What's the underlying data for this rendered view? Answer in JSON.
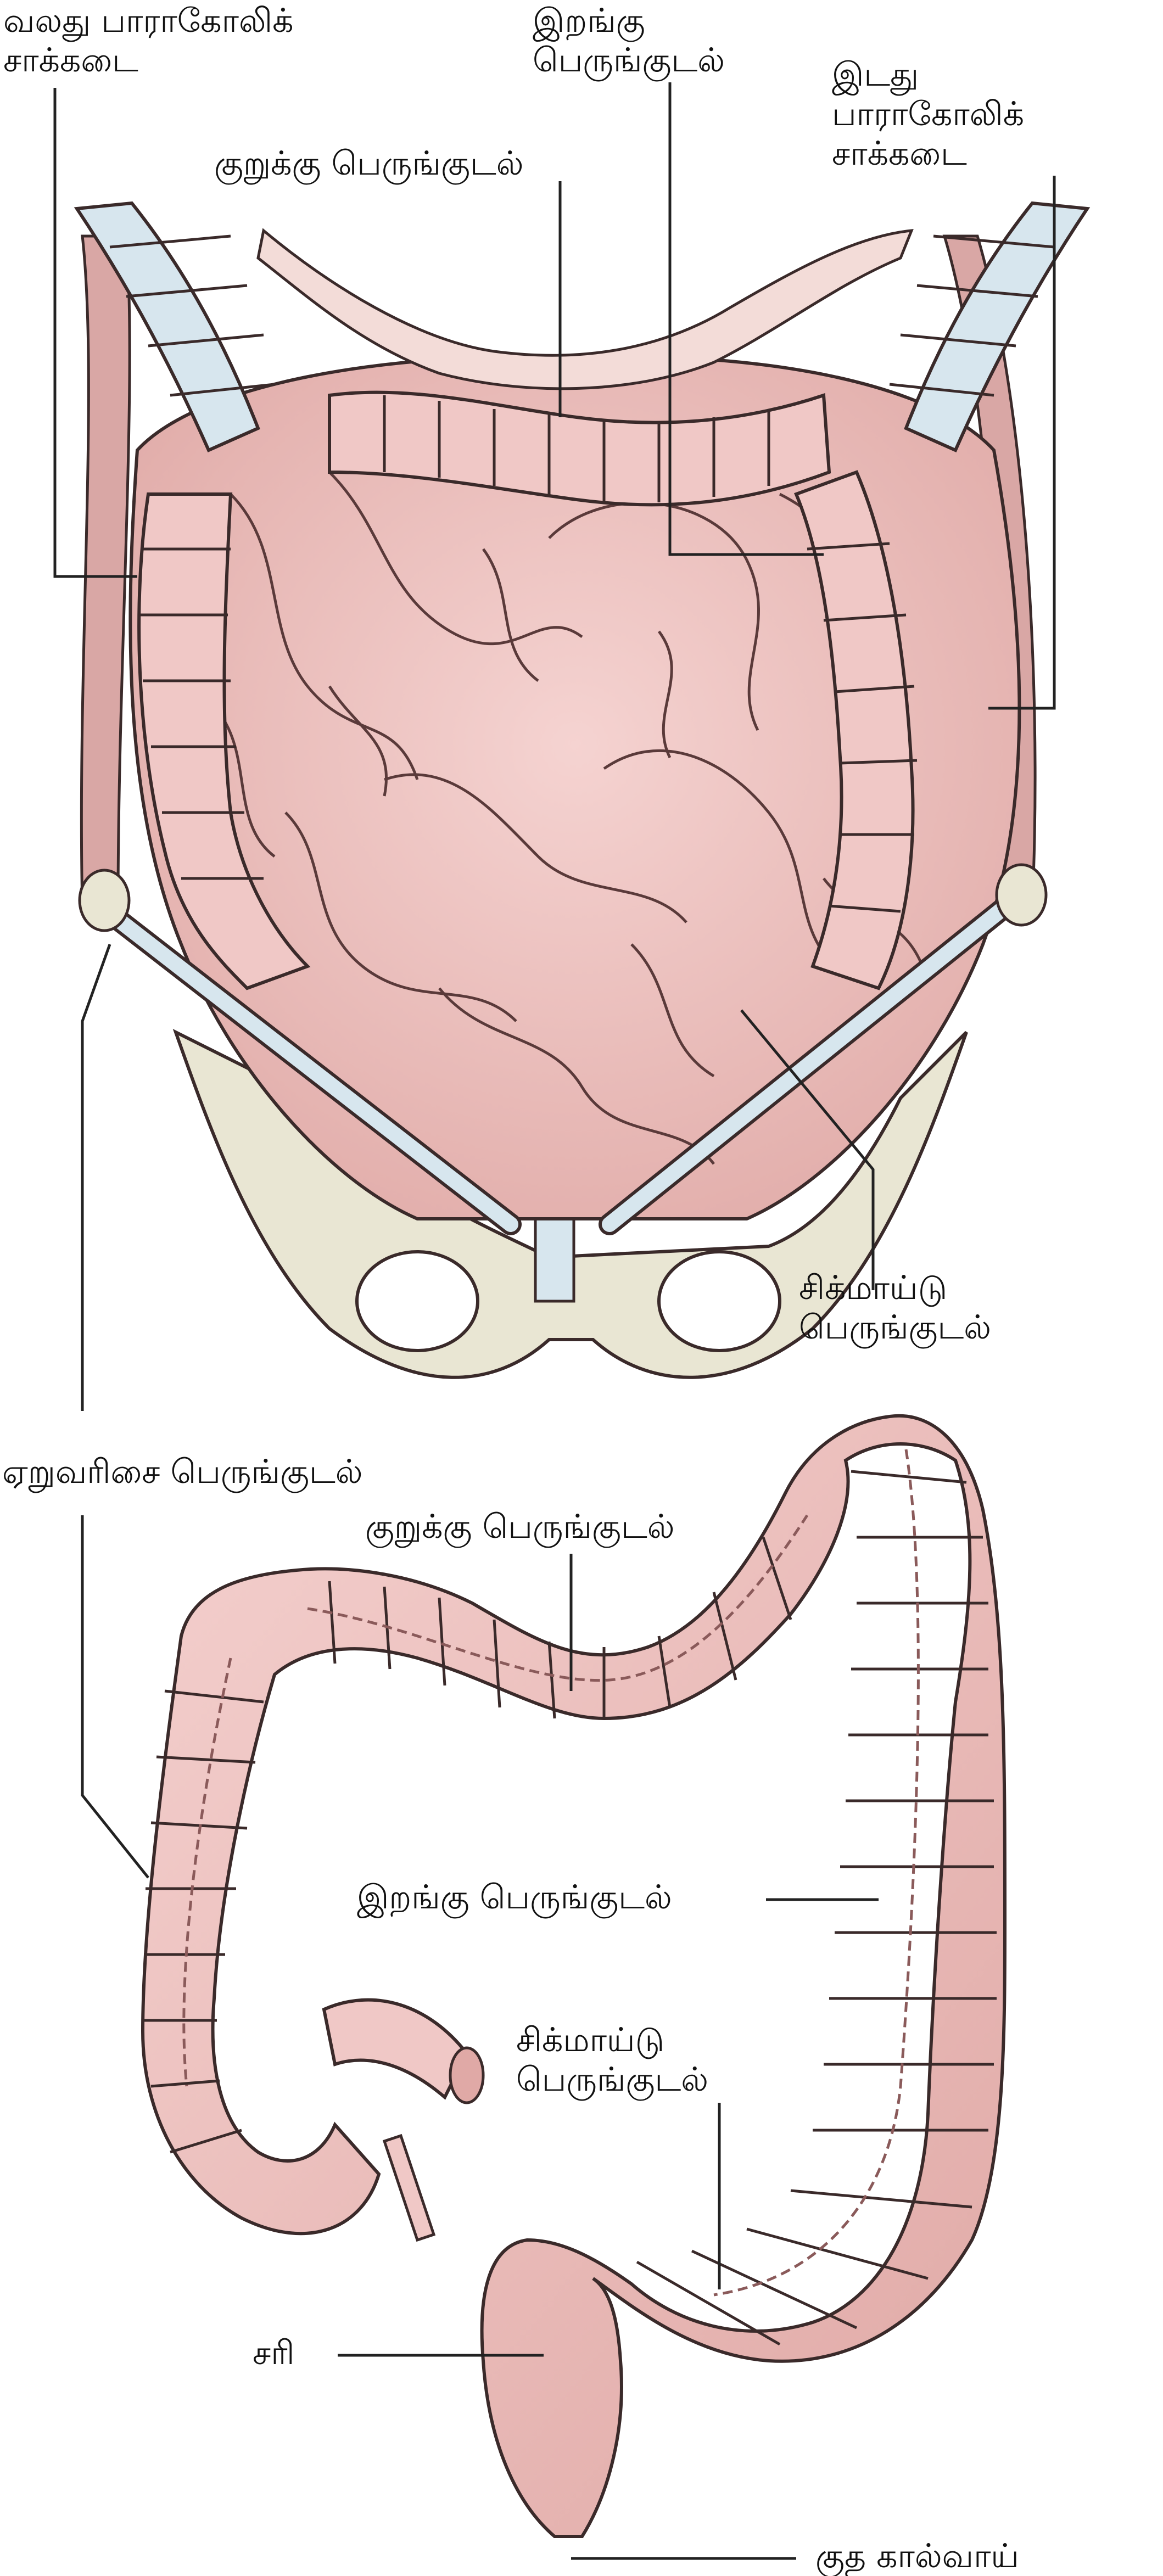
{
  "labels": {
    "right_paracolic": [
      "வலது பாராகோலிக்",
      "சாக்கடை"
    ],
    "descending_top": [
      "இறங்கு",
      "பெருங்குடல்"
    ],
    "left_paracolic": [
      "இடது",
      "பாராகோலிக்",
      "சாக்கடை"
    ],
    "transverse_top": "குறுக்கு பெருங்குடல்",
    "sigmoid_top": [
      "சிக்மாய்டு",
      "பெருங்குடல்"
    ],
    "ascending": "ஏறுவரிசை பெருங்குடல்",
    "transverse_bottom": "குறுக்கு பெருங்குடல்",
    "descending_bottom": "இறங்கு பெருங்குடல்",
    "sigmoid_bottom": [
      "சிக்மாய்டு",
      "பெருங்குடல்"
    ],
    "rectum": "சரி",
    "anal_canal": "குத கால்வாய்"
  },
  "colors": {
    "tissue": "#efc4c2",
    "tissue_dark": "#c98f8c",
    "outline": "#3a2a2a",
    "bone": "#e9e6d3",
    "cartilage": "#d7e6ee",
    "muscle": "#d9a7a5"
  }
}
